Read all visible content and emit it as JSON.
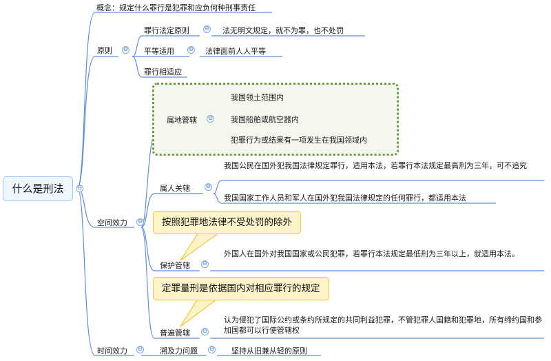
{
  "root": {
    "label": "什么是刑法"
  },
  "concept": {
    "label": "概念：规定什么罪行是犯罪和应负何种刑事责任"
  },
  "principles": {
    "label": "原则",
    "items": [
      {
        "label": "罪行法定原则",
        "detail": "法无明文规定，就不为罪，也不处罚"
      },
      {
        "label": "平等适用",
        "detail": "法律面前人人平等"
      },
      {
        "label": "罪行相适应",
        "detail": ""
      }
    ]
  },
  "space": {
    "label": "空间效力",
    "territorial": {
      "label": "属地管辖",
      "items": [
        "我国领土范围内",
        "我国船舶或航空器内",
        "犯罪行为或结果有一项发生在我国领域内"
      ]
    },
    "personal": {
      "label": "属人关辖",
      "items": [
        "我国公民在国外犯我国法律规定罪行，适用本法，若罪行本法规定最高刑为三年，可不追究",
        "我国国家工作人员和军人在国外犯我国法律规定的任何罪行，都适用本法"
      ]
    },
    "protective": {
      "label": "保护管辖",
      "items": [
        "外国人在国外对我国国家或公民犯罪，若罪行本法规定最低刑为三年以上，就适用本法。"
      ],
      "callout": "按照犯罪地法律不受处罚的除外"
    },
    "universal": {
      "label": "普遍管辖",
      "items": [
        "认为侵犯了国际公约或条约所规定的共同利益犯罪，不管犯罪人国籍和犯罪地，所有缔约国和参加国都可以行使管辖权"
      ],
      "callout": "定罪量刑是依据国内对相应罪行的规定"
    }
  },
  "time": {
    "label": "时间效力",
    "retroactive": {
      "label": "溯及力问题",
      "detail": "坚持从旧兼从轻的原则"
    }
  },
  "colors": {
    "line": "#5b8fd6",
    "callout_fill": "#fdf3c8",
    "callout_border": "#f0c93c",
    "group_border": "#6d9a3a"
  },
  "toggle_symbol": "⊖"
}
